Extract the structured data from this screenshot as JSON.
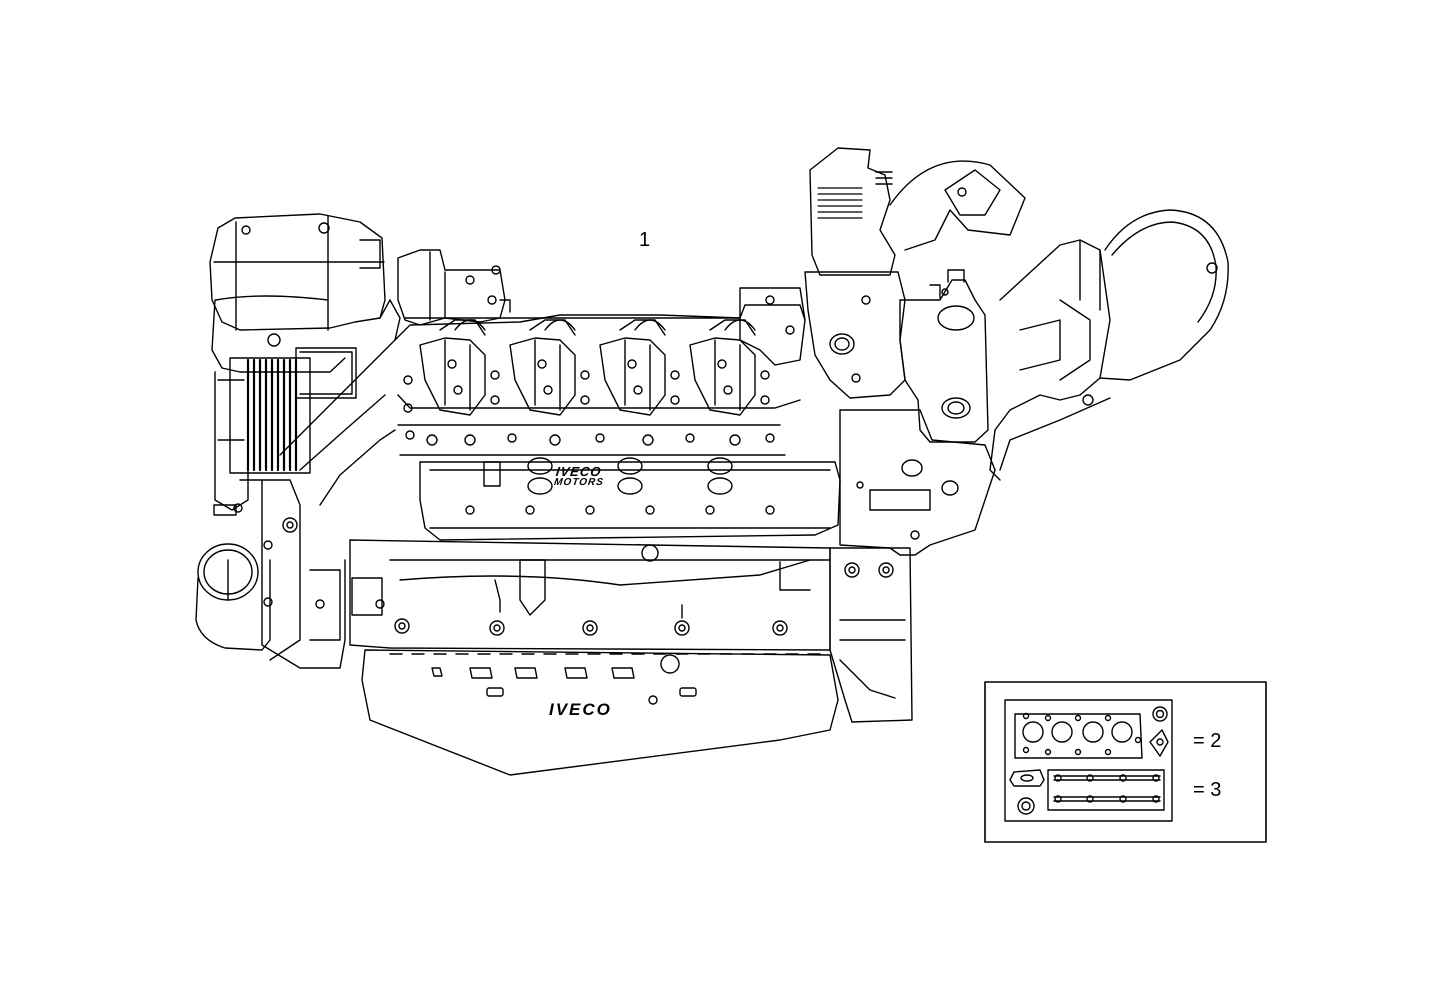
{
  "diagram": {
    "callouts": {
      "main_part": "1"
    },
    "engine_branding": {
      "oil_pan_logo": "IVECO",
      "valve_cover_logo_line1": "IVECO",
      "valve_cover_logo_line2": "MOTORS"
    },
    "legend": {
      "gasket_kit_2": "= 2",
      "gasket_kit_3": "= 3"
    }
  }
}
